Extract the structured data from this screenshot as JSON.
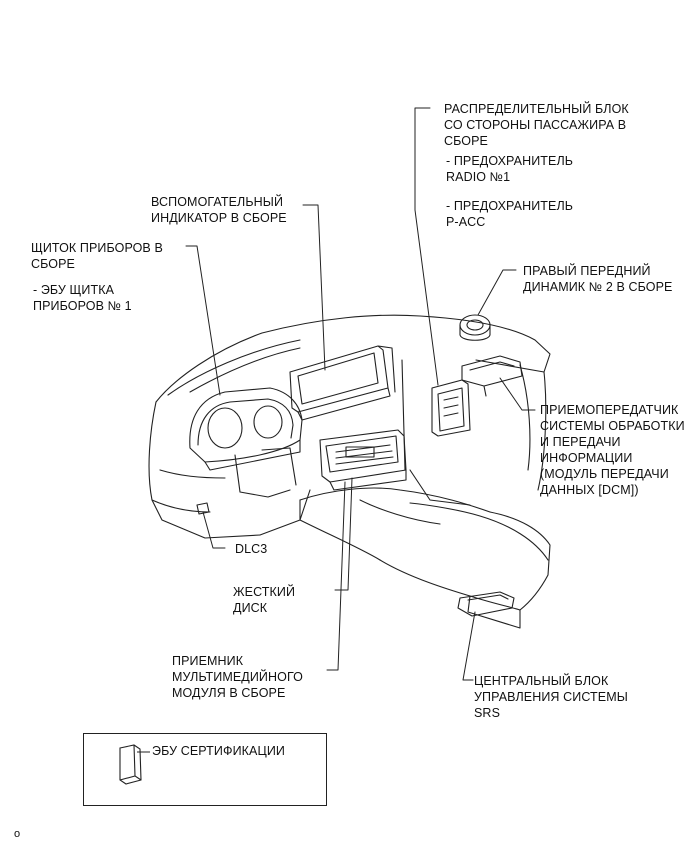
{
  "labels": {
    "dist_block": {
      "title": "РАСПРЕДЕЛИТЕЛЬНЫЙ БЛОК\nСО СТОРОНЫ ПАССАЖИРА В\nСБОРЕ",
      "fuse_radio": "- ПРЕДОХРАНИТЕЛЬ\nRADIO №1",
      "fuse_pacc": "- ПРЕДОХРАНИТЕЛЬ\nP-ACC"
    },
    "aux_indicator": "ВСПОМОГАТЕЛЬНЫЙ\nИНДИКАТОР В СБОРЕ",
    "combination_meter": {
      "title": "ЩИТОК ПРИБОРОВ В\nСБОРЕ",
      "ecu": "- ЭБУ ЩИТКА\nПРИБОРОВ № 1"
    },
    "right_speaker": "ПРАВЫЙ ПЕРЕДНИЙ\nДИНАМИК № 2 В СБОРЕ",
    "dcm": "ПРИЕМОПЕРЕДАТЧИК\nСИСТЕМЫ ОБРАБОТКИ\nИ ПЕРЕДАЧИ\nИНФОРМАЦИИ\n(МОДУЛЬ ПЕРЕДАЧИ\nДАННЫХ [DCM])",
    "dlc3": "DLC3",
    "hdd": "ЖЕСТКИЙ\nДИСК",
    "multimedia": "ПРИЕМНИК\nМУЛЬТИМЕДИЙНОГО\nМОДУЛЯ В СБОРЕ",
    "srs": "ЦЕНТРАЛЬНЫЙ БЛОК\nУПРАВЛЕНИЯ СИСТЕМЫ\nSRS"
  },
  "legend": {
    "cert_ecu": "ЭБУ СЕРТИФИКАЦИИ"
  },
  "corner_mark": "o"
}
